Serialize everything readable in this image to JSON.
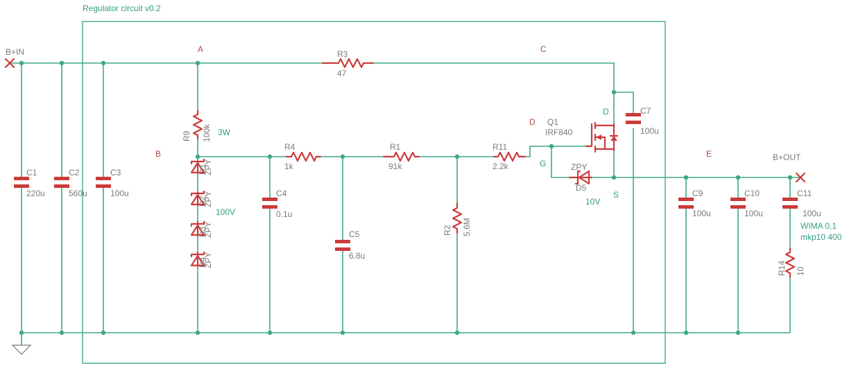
{
  "title": "Regulator circuit v0.2",
  "ports": {
    "input": "B+IN",
    "output": "B+OUT"
  },
  "nodes": {
    "a": "A",
    "b": "B",
    "c": "C",
    "d": "D",
    "e": "E"
  },
  "notes": {
    "r9_power": "3W",
    "zener_voltage": "100V",
    "d5_voltage": "10V",
    "c11_note_1": "WIMA 0,1",
    "c11_note_2": "mkp10 400"
  },
  "pins": {
    "drain": "D",
    "gate": "G",
    "source": "S"
  },
  "components": {
    "c1": {
      "name": "C1",
      "value": "220u"
    },
    "c2": {
      "name": "C2",
      "value": "560u"
    },
    "c3": {
      "name": "C3",
      "value": "100u"
    },
    "c4": {
      "name": "C4",
      "value": "0.1u"
    },
    "c5": {
      "name": "C5",
      "value": "6.8u"
    },
    "c7": {
      "name": "C7",
      "value": "100u"
    },
    "c9": {
      "name": "C9",
      "value": "100u"
    },
    "c10": {
      "name": "C10",
      "value": "100u"
    },
    "c11": {
      "name": "C11",
      "value": "100u"
    },
    "r1": {
      "name": "R1",
      "value": "91k"
    },
    "r2": {
      "name": "R2",
      "value": "5.6M"
    },
    "r3": {
      "name": "R3",
      "value": "47"
    },
    "r4": {
      "name": "R4",
      "value": "1k"
    },
    "r9": {
      "name": "R9",
      "value": "100k"
    },
    "r11": {
      "name": "R11",
      "value": "2.2k"
    },
    "r14": {
      "name": "R14",
      "value": "10"
    },
    "d1": {
      "name": "D1",
      "value": "ZPY"
    },
    "d2": {
      "name": "D2",
      "value": "ZPY"
    },
    "d3": {
      "name": "D3",
      "value": "ZPY"
    },
    "d4": {
      "name": "D4",
      "value": "ZPY"
    },
    "d5": {
      "name": "D5",
      "value": "ZPY"
    },
    "q1": {
      "name": "Q1",
      "value": "IRF840"
    }
  }
}
